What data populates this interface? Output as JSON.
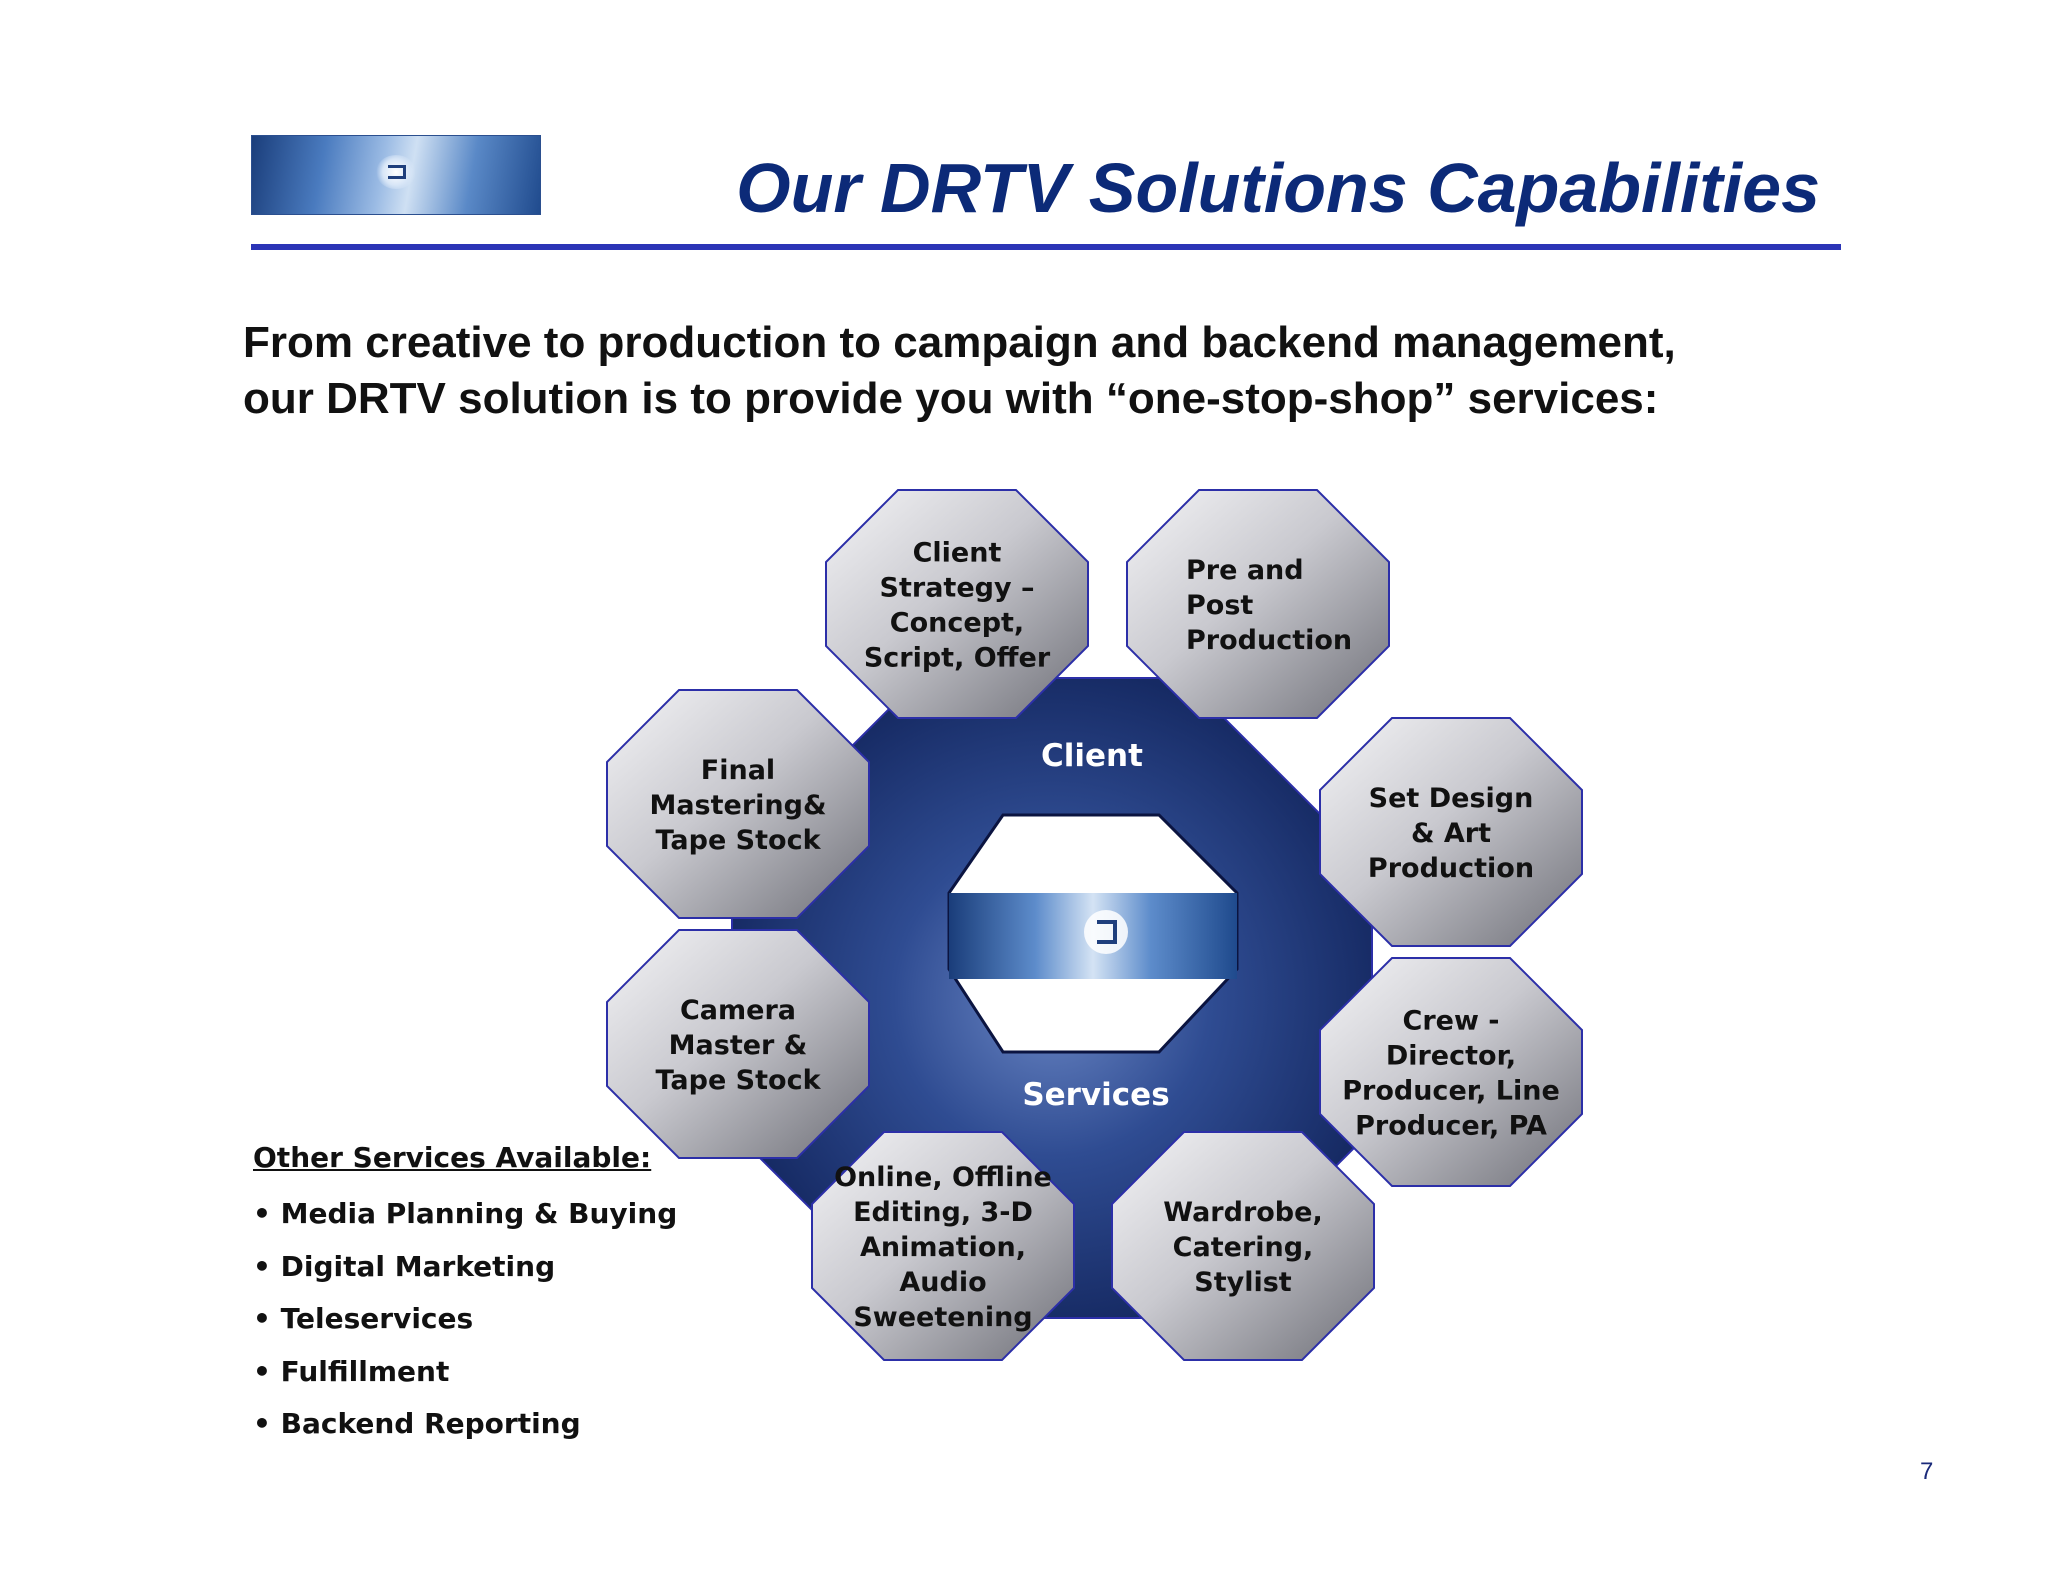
{
  "header": {
    "title": "Our DRTV Solutions Capabilities",
    "logo_icon": "company-logo"
  },
  "intro": {
    "line1": "From creative to production to campaign and backend management,",
    "line2": "our DRTV solution is to provide you with “one-stop-shop” services:"
  },
  "diagram": {
    "center_top": "Client",
    "center_bottom": "Services",
    "center_logo_icon": "company-logo",
    "nodes": [
      {
        "id": "client-strategy",
        "lines": [
          "Client",
          "Strategy –",
          "Concept,",
          "Script, Offer"
        ]
      },
      {
        "id": "pre-post-production",
        "lines": [
          "Pre and",
          "Post",
          "Production"
        ]
      },
      {
        "id": "set-design",
        "lines": [
          "Set Design",
          "& Art",
          "Production"
        ]
      },
      {
        "id": "crew",
        "lines": [
          "Crew -",
          "Director,",
          "Producer, Line",
          "Producer, PA"
        ]
      },
      {
        "id": "wardrobe",
        "lines": [
          "Wardrobe,",
          "Catering,",
          "Stylist"
        ]
      },
      {
        "id": "editing",
        "lines": [
          "Online, Offline",
          "Editing, 3-D",
          "Animation,",
          "Audio",
          "Sweetening"
        ]
      },
      {
        "id": "camera-master",
        "lines": [
          "Camera",
          "Master &",
          "Tape Stock"
        ]
      },
      {
        "id": "final-mastering",
        "lines": [
          "Final",
          "Mastering&",
          "Tape Stock"
        ]
      }
    ]
  },
  "other_services": {
    "heading": "Other Services Available:",
    "items": [
      "• Media Planning & Buying",
      "• Digital Marketing",
      "• Teleservices",
      "• Fulfillment",
      "• Backend Reporting"
    ]
  },
  "page_number": "7",
  "colors": {
    "title": "#0c2a78",
    "rule": "#2b34b6",
    "ring_dark": "#1a2f6e",
    "node_outline": "#2c2fa8"
  }
}
